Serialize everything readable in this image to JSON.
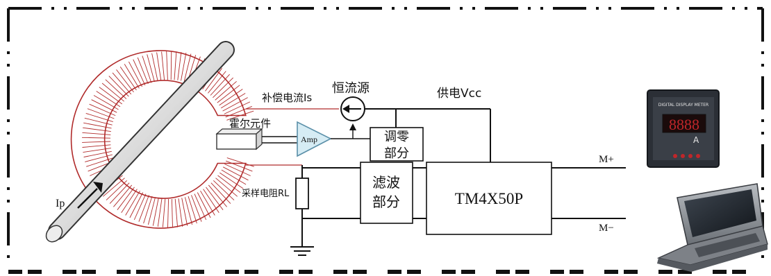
{
  "labels": {
    "compensation_current": "补偿电流Is",
    "constant_current_source": "恒流源",
    "power_supply": "供电Vcc",
    "hall_element": "霍尔元件",
    "amp": "Amp",
    "zero_adjust_line1": "调零",
    "zero_adjust_line2": "部分",
    "filter_line1": "滤波",
    "filter_line2": "部分",
    "module": "TM4X50P",
    "output_plus": "M+",
    "output_minus": "M−",
    "sampling_resistor": "采样电阻RL",
    "primary_current": "Ip"
  },
  "meter": {
    "brand": "DIGITAL DISPLAY METER",
    "digits": "8888",
    "unit": "A"
  },
  "colors": {
    "core_winding": "#b02a2a",
    "line": "#111111",
    "amp_fill": "#d6ecf4",
    "meter_body": "#2b2f36",
    "meter_display": "#c0262a",
    "laptop_body": "#7d8187"
  }
}
